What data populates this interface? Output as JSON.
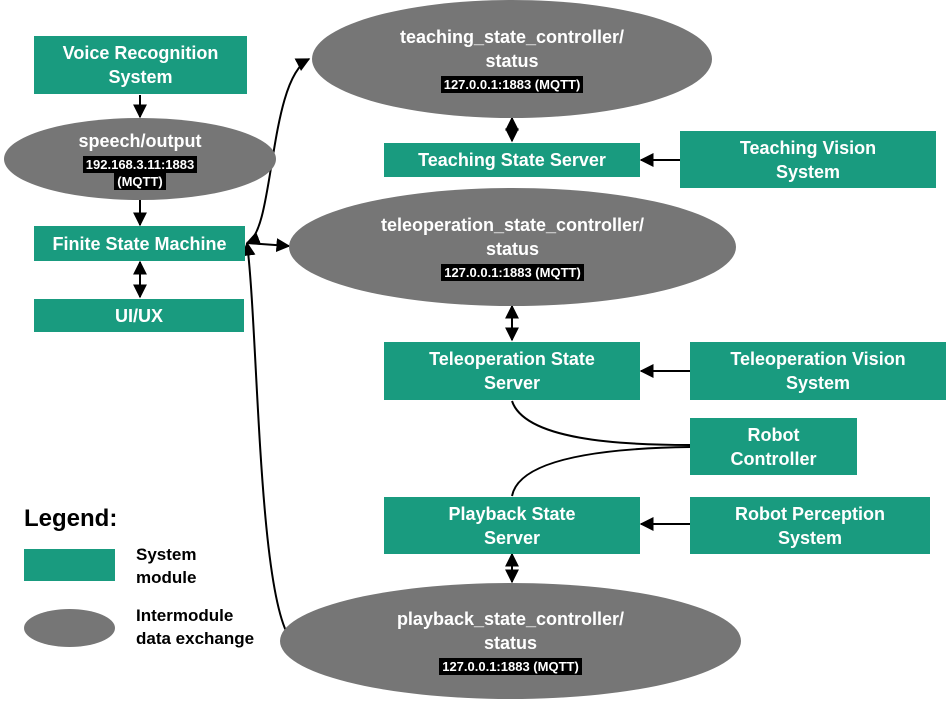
{
  "colors": {
    "module": "#199b7f",
    "exchange": "#767676",
    "arrow": "#000000"
  },
  "modules": {
    "voice": [
      "Voice Recognition",
      "System"
    ],
    "fsm": [
      "Finite State Machine"
    ],
    "uiux": [
      "UI/UX"
    ],
    "teaching_server": [
      "Teaching State Server"
    ],
    "teaching_vision": [
      "Teaching Vision",
      "System"
    ],
    "teleop_server": [
      "Teleoperation State",
      "Server"
    ],
    "teleop_vision": [
      "Teleoperation Vision",
      "System"
    ],
    "robot_controller": [
      "Robot",
      "Controller"
    ],
    "playback_server": [
      "Playback State",
      "Server"
    ],
    "robot_perception": [
      "Robot Perception",
      "System"
    ]
  },
  "exchanges": {
    "speech": {
      "topic": [
        "speech/output"
      ],
      "address": [
        "192.168.3.11:1883",
        "(MQTT)"
      ]
    },
    "teaching": {
      "topic": [
        "teaching_state_controller/",
        "status"
      ],
      "address": [
        "127.0.0.1:1883 (MQTT)"
      ]
    },
    "teleop": {
      "topic": [
        "teleoperation_state_controller/",
        "status"
      ],
      "address": [
        "127.0.0.1:1883 (MQTT)"
      ]
    },
    "playback": {
      "topic": [
        "playback_state_controller/",
        "status"
      ],
      "address": [
        "127.0.0.1:1883 (MQTT)"
      ]
    }
  },
  "legend": {
    "title": "Legend:",
    "module_label": [
      "System",
      "module"
    ],
    "exchange_label": [
      "Intermodule",
      "data exchange"
    ]
  }
}
